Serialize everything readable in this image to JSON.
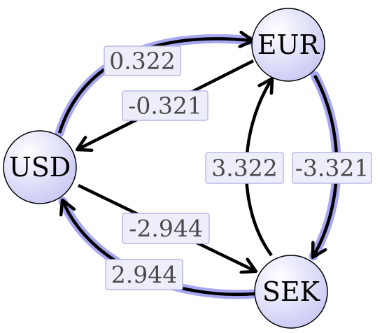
{
  "colors": {
    "node_fill_light": "#ffffff",
    "node_fill_dark": "#c9c9f5",
    "node_stroke": "#000000",
    "highlight": "#a7a7f0",
    "edge": "#000000",
    "label_fill": "#eeeefb",
    "label_stroke": "#b9b9ea",
    "label_text": "#4a4a4a"
  },
  "nodes": {
    "eur": {
      "label": "EUR"
    },
    "usd": {
      "label": "USD"
    },
    "sek": {
      "label": "SEK"
    }
  },
  "edges": {
    "usd_eur": {
      "from": "USD",
      "to": "EUR",
      "weight": "0.322",
      "highlighted": true
    },
    "eur_usd": {
      "from": "EUR",
      "to": "USD",
      "weight": "-0.321",
      "highlighted": false
    },
    "eur_sek": {
      "from": "EUR",
      "to": "SEK",
      "weight": "-3.321",
      "highlighted": true
    },
    "sek_eur": {
      "from": "SEK",
      "to": "EUR",
      "weight": "3.322",
      "highlighted": false
    },
    "usd_sek": {
      "from": "USD",
      "to": "SEK",
      "weight": "-2.944",
      "highlighted": false
    },
    "sek_usd": {
      "from": "SEK",
      "to": "USD",
      "weight": "2.944",
      "highlighted": true
    }
  }
}
